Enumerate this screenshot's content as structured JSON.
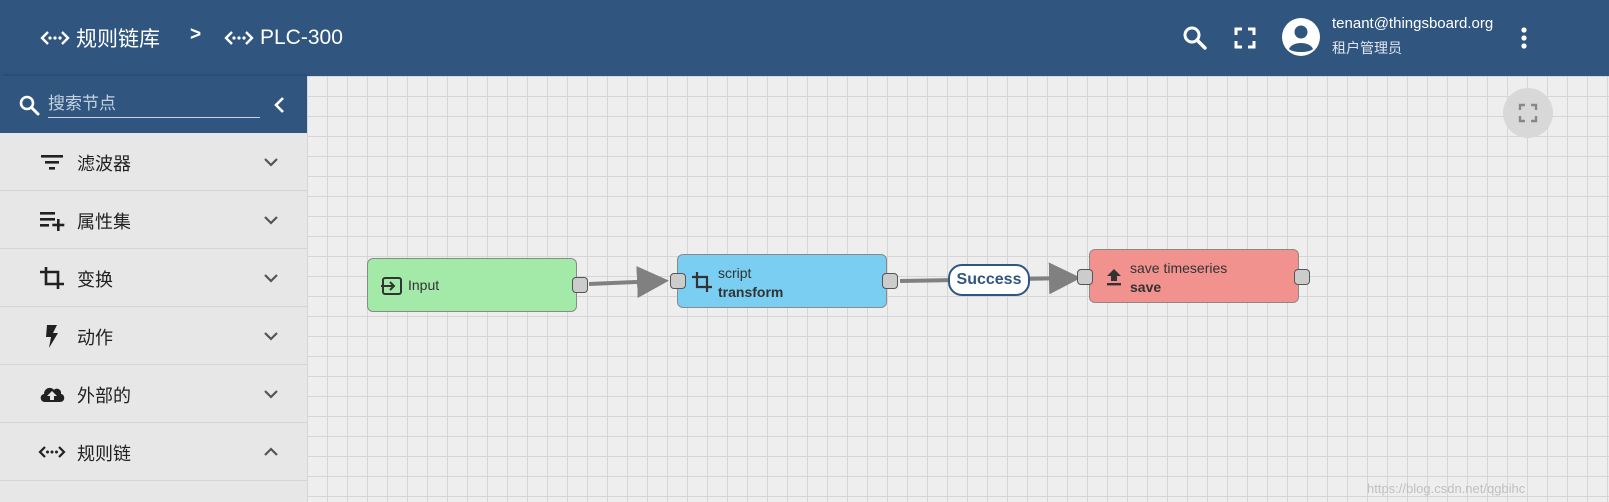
{
  "breadcrumb": {
    "root_label": "规则链库",
    "separator": ">",
    "current_label": "PLC-300"
  },
  "user": {
    "email": "tenant@thingsboard.org",
    "role": "租户管理员"
  },
  "sidebar": {
    "search_placeholder": "搜索节点",
    "categories": [
      {
        "label": "滤波器",
        "icon": "filter-icon",
        "expanded": false
      },
      {
        "label": "属性集",
        "icon": "playlist-add-icon",
        "expanded": false
      },
      {
        "label": "变换",
        "icon": "crop-icon",
        "expanded": false
      },
      {
        "label": "动作",
        "icon": "flash-icon",
        "expanded": false
      },
      {
        "label": "外部的",
        "icon": "cloud-upload-icon",
        "expanded": false
      },
      {
        "label": "规则链",
        "icon": "settings-ethernet-icon",
        "expanded": true
      }
    ]
  },
  "nodes": {
    "input": {
      "label": "Input",
      "color": "#a3eaa9"
    },
    "transform": {
      "type": "script",
      "name": "transform",
      "color": "#79cef1"
    },
    "save": {
      "type": "save timeseries",
      "name": "save",
      "color": "#f1928f"
    }
  },
  "edge": {
    "label": "Success"
  },
  "colors": {
    "primary": "#305680",
    "canvas": "#eeeeee",
    "edge": "#808080"
  },
  "watermark": "https://blog.csdn.net/qgbihc"
}
